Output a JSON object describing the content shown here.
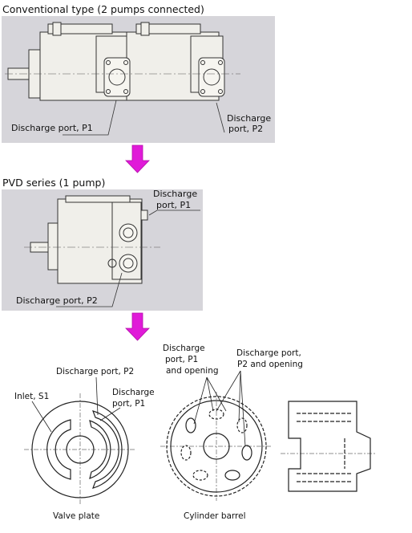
{
  "section1": {
    "heading": "Conventional type (2 pumps connected)",
    "label_p1": "Discharge port, P1",
    "label_p2_line1": "Discharge",
    "label_p2_line2": "port, P2"
  },
  "section2": {
    "heading": "PVD series (1 pump)",
    "label_p1_line1": "Discharge",
    "label_p1_line2": "port, P1",
    "label_p2": "Discharge port, P2"
  },
  "section3": {
    "inlet": "Inlet, S1",
    "valve_p2": "Discharge port, P2",
    "valve_p1_line1": "Discharge",
    "valve_p1_line2": "port, P1",
    "cyl_p1_line1": "Discharge",
    "cyl_p1_line2": "port, P1",
    "cyl_p1_line3": "and opening",
    "cyl_p2_line1": "Discharge port,",
    "cyl_p2_line2": "P2 and opening",
    "valve_plate": "Valve plate",
    "cylinder_barrel": "Cylinder barrel"
  },
  "colors": {
    "arrow": "#e01ad8",
    "panel": "#d6d5da"
  }
}
